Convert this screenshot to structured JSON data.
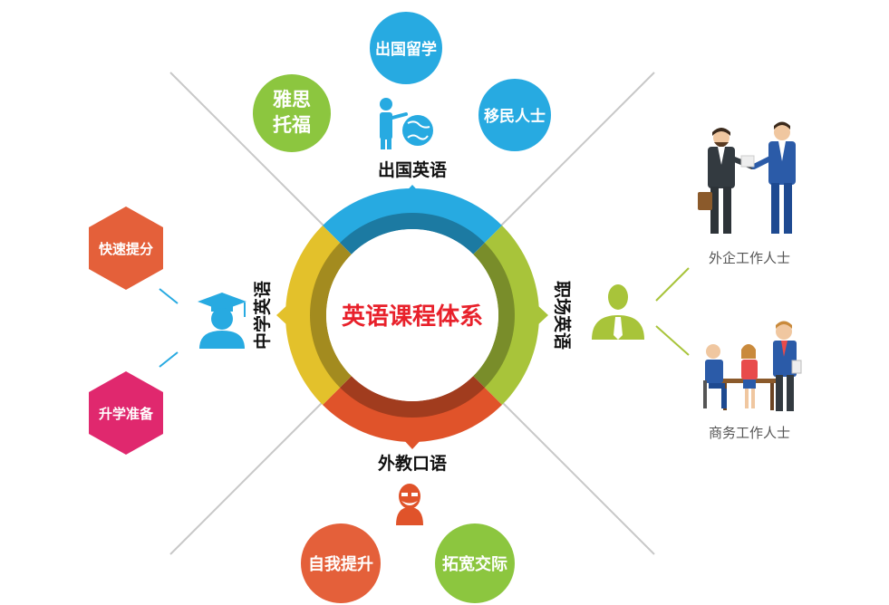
{
  "center": {
    "title": "英语课程体系"
  },
  "segments": {
    "top": {
      "label": "出国英语"
    },
    "right": {
      "label": "职场英语"
    },
    "bottom": {
      "label": "外教口语"
    },
    "left": {
      "label": "中学英语"
    }
  },
  "top_bubbles": [
    {
      "label_lines": [
        "出国留学"
      ]
    },
    {
      "label_lines": [
        "雅思",
        "托福"
      ]
    },
    {
      "label_lines": [
        "移民人士"
      ]
    }
  ],
  "left_hexagons": [
    {
      "label": "快速提分"
    },
    {
      "label": "升学准备"
    }
  ],
  "bottom_bubbles": [
    {
      "label": "自我提升"
    },
    {
      "label": "拓宽交际"
    }
  ],
  "right_scenes": [
    {
      "label": "外企工作人士"
    },
    {
      "label": "商务工作人士"
    }
  ],
  "colors": {
    "blue": "#27aae1",
    "green": "#8cc63f",
    "lime": "#a8c43a",
    "yellow": "#e3c12b",
    "red": "#e0532a",
    "hex_orange": "#e4603a",
    "hex_pink": "#e0286e",
    "center_text": "#e8212b"
  }
}
